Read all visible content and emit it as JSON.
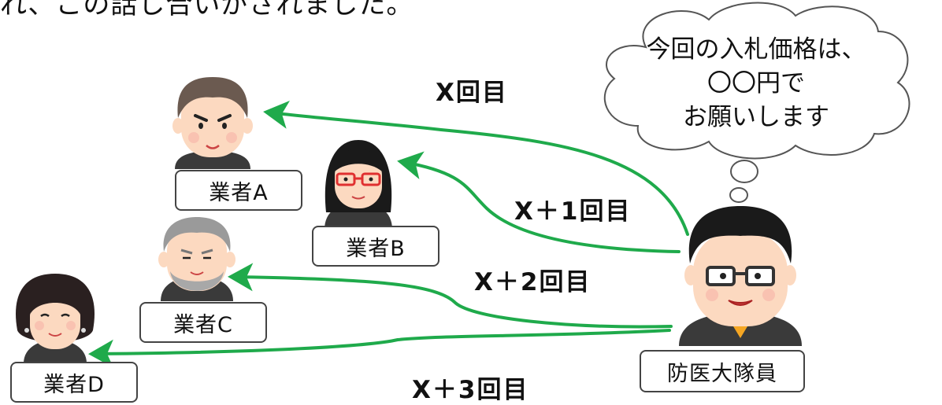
{
  "top_caption_fragment": "れ、この話し合いがされました。",
  "speech_bubble": {
    "line1": "今回の入札価格は、",
    "line2": "〇〇円で",
    "line3": "お願いします"
  },
  "speaker": {
    "label": "防医大隊員"
  },
  "contractors": [
    {
      "label": "業者A"
    },
    {
      "label": "業者B"
    },
    {
      "label": "業者C"
    },
    {
      "label": "業者D"
    }
  ],
  "rounds": [
    {
      "label": "X回目"
    },
    {
      "label": "X＋1回目"
    },
    {
      "label": "X＋2回目"
    },
    {
      "label": "X＋3回目"
    }
  ],
  "colors": {
    "arrow": "#1faa4b",
    "hair_a": "#6b5a50",
    "hair_b": "#1a1a1a",
    "hair_c": "#9a9a9a",
    "hair_d": "#2a2020",
    "skin": "#fcd9c0",
    "suit": "#3a3a3a"
  }
}
